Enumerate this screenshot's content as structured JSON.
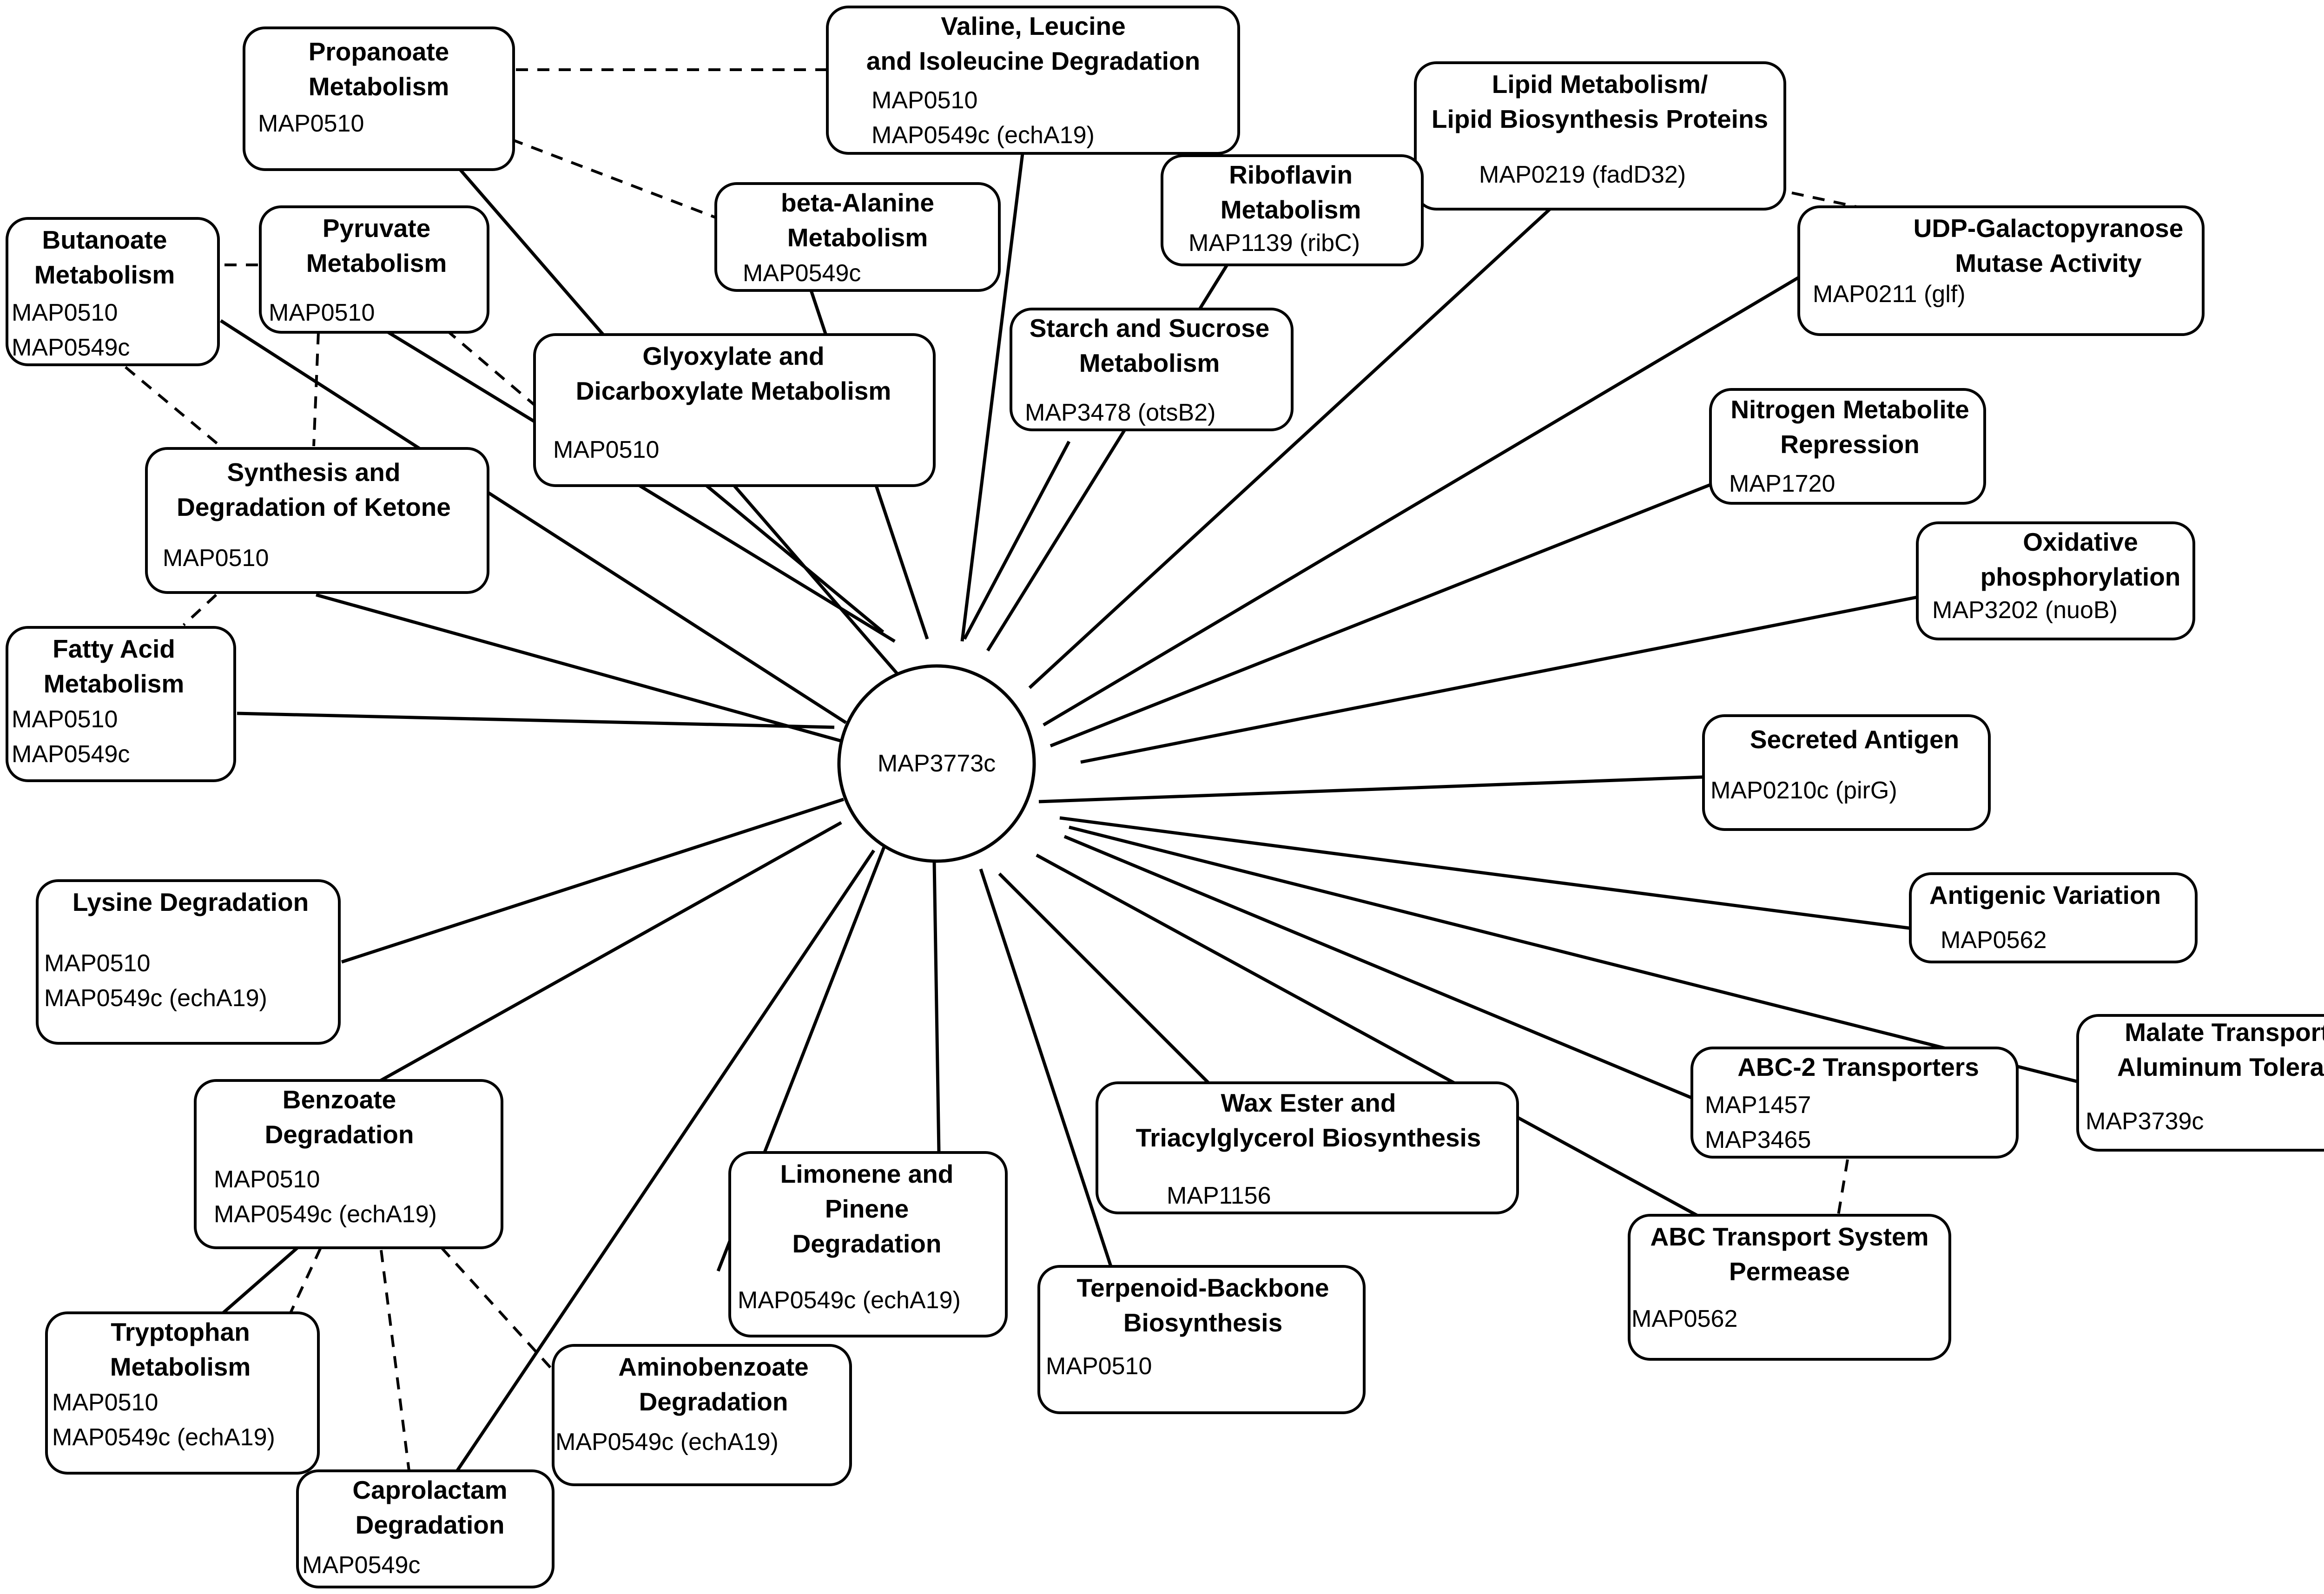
{
  "center": {
    "id": "center",
    "label": "MAP3773c"
  },
  "nodes": [
    {
      "id": "propanoate",
      "title": [
        "Propanoate",
        "Metabolism"
      ],
      "genes": [
        "MAP0510"
      ]
    },
    {
      "id": "valine",
      "title": [
        "Valine, Leucine",
        "and Isoleucine Degradation"
      ],
      "genes": [
        "MAP0510",
        "MAP0549c (echA19)"
      ]
    },
    {
      "id": "lipid",
      "title": [
        "Lipid Metabolism/",
        "Lipid Biosynthesis Proteins"
      ],
      "genes": [
        "MAP0219 (fadD32)"
      ]
    },
    {
      "id": "butanoate",
      "title": [
        "Butanoate",
        "Metabolism"
      ],
      "genes": [
        "MAP0510",
        "MAP0549c"
      ]
    },
    {
      "id": "pyruvate",
      "title": [
        "Pyruvate",
        "Metabolism"
      ],
      "genes": [
        "MAP0510"
      ]
    },
    {
      "id": "betaalanine",
      "title": [
        "beta-Alanine",
        "Metabolism"
      ],
      "genes": [
        "MAP0549c"
      ]
    },
    {
      "id": "riboflavin",
      "title": [
        "Riboflavin",
        "Metabolism"
      ],
      "genes": [
        "MAP1139 (ribC)"
      ]
    },
    {
      "id": "udp",
      "title": [
        "UDP-Galactopyranose",
        "Mutase Activity"
      ],
      "genes": [
        "MAP0211 (glf)"
      ]
    },
    {
      "id": "glyoxylate",
      "title": [
        "Glyoxylate and",
        "Dicarboxylate Metabolism"
      ],
      "genes": [
        "MAP0510"
      ]
    },
    {
      "id": "starch",
      "title": [
        "Starch and Sucrose",
        "Metabolism"
      ],
      "genes": [
        "MAP3478 (otsB2)"
      ]
    },
    {
      "id": "nitrogen",
      "title": [
        "Nitrogen Metabolite",
        "Repression"
      ],
      "genes": [
        "MAP1720"
      ]
    },
    {
      "id": "ketone",
      "title": [
        "Synthesis and",
        "Degradation of Ketone"
      ],
      "genes": [
        "MAP0510"
      ]
    },
    {
      "id": "oxidative",
      "title": [
        "Oxidative",
        "phosphorylation"
      ],
      "genes": [
        "MAP3202 (nuoB)"
      ]
    },
    {
      "id": "fattyacid",
      "title": [
        "Fatty Acid",
        "Metabolism"
      ],
      "genes": [
        "MAP0510",
        "MAP0549c"
      ]
    },
    {
      "id": "secreted",
      "title": [
        "Secreted Antigen"
      ],
      "genes": [
        "MAP0210c (pirG)"
      ]
    },
    {
      "id": "lysine",
      "title": [
        "Lysine Degradation"
      ],
      "genes": [
        "MAP0510",
        "MAP0549c (echA19)"
      ]
    },
    {
      "id": "antigenic",
      "title": [
        "Antigenic Variation"
      ],
      "genes": [
        "MAP0562"
      ]
    },
    {
      "id": "malate",
      "title": [
        "Malate Transporter/",
        "Aluminum Tolerance"
      ],
      "genes": [
        "MAP3739c"
      ]
    },
    {
      "id": "abc2",
      "title": [
        "ABC-2 Transporters"
      ],
      "genes": [
        "MAP1457",
        "MAP3465"
      ]
    },
    {
      "id": "benzoate",
      "title": [
        "Benzoate",
        "Degradation"
      ],
      "genes": [
        "MAP0510",
        "MAP0549c (echA19)"
      ]
    },
    {
      "id": "waxester",
      "title": [
        "Wax Ester and",
        "Triacylglycerol Biosynthesis"
      ],
      "genes": [
        "MAP1156"
      ]
    },
    {
      "id": "limonene",
      "title": [
        "Limonene and",
        "Pinene",
        "Degradation"
      ],
      "genes": [
        "MAP0549c (echA19)"
      ]
    },
    {
      "id": "abcpermease",
      "title": [
        "ABC Transport System",
        "Permease"
      ],
      "genes": [
        "MAP0562"
      ]
    },
    {
      "id": "tryptophan",
      "title": [
        "Tryptophan",
        "Metabolism"
      ],
      "genes": [
        "MAP0510",
        "MAP0549c (echA19)"
      ]
    },
    {
      "id": "terpenoid",
      "title": [
        "Terpenoid-Backbone",
        "Biosynthesis"
      ],
      "genes": [
        "MAP0510"
      ]
    },
    {
      "id": "aminobenzoate",
      "title": [
        "Aminobenzoate",
        "Degradation"
      ],
      "genes": [
        "MAP0549c (echA19)"
      ]
    },
    {
      "id": "caprolactam",
      "title": [
        "Caprolactam",
        "Degradation"
      ],
      "genes": [
        "MAP0549c"
      ]
    }
  ],
  "edges": [
    {
      "from": "center",
      "to": "propanoate",
      "style": "solid"
    },
    {
      "from": "center",
      "to": "valine",
      "style": "solid"
    },
    {
      "from": "center",
      "to": "lipid",
      "style": "solid"
    },
    {
      "from": "center",
      "to": "butanoate",
      "style": "solid"
    },
    {
      "from": "center",
      "to": "pyruvate",
      "style": "solid"
    },
    {
      "from": "center",
      "to": "betaalanine",
      "style": "solid"
    },
    {
      "from": "center",
      "to": "riboflavin",
      "style": "solid"
    },
    {
      "from": "center",
      "to": "udp",
      "style": "solid"
    },
    {
      "from": "center",
      "to": "glyoxylate",
      "style": "solid"
    },
    {
      "from": "center",
      "to": "starch",
      "style": "solid"
    },
    {
      "from": "center",
      "to": "nitrogen",
      "style": "solid"
    },
    {
      "from": "center",
      "to": "ketone",
      "style": "solid"
    },
    {
      "from": "center",
      "to": "oxidative",
      "style": "solid"
    },
    {
      "from": "center",
      "to": "fattyacid",
      "style": "solid"
    },
    {
      "from": "center",
      "to": "secreted",
      "style": "solid"
    },
    {
      "from": "center",
      "to": "lysine",
      "style": "solid"
    },
    {
      "from": "center",
      "to": "antigenic",
      "style": "solid"
    },
    {
      "from": "center",
      "to": "malate",
      "style": "solid"
    },
    {
      "from": "center",
      "to": "abc2",
      "style": "solid"
    },
    {
      "from": "center",
      "to": "benzoate",
      "style": "solid"
    },
    {
      "from": "center",
      "to": "waxester",
      "style": "solid"
    },
    {
      "from": "center",
      "to": "limonene",
      "style": "solid"
    },
    {
      "from": "center",
      "to": "abcpermease",
      "style": "solid"
    },
    {
      "from": "center",
      "to": "terpenoid",
      "style": "solid"
    },
    {
      "from": "center",
      "to": "aminobenzoate",
      "style": "solid"
    },
    {
      "from": "center",
      "to": "caprolactam",
      "style": "solid"
    },
    {
      "from": "propanoate",
      "to": "valine",
      "style": "dashed"
    },
    {
      "from": "propanoate",
      "to": "betaalanine",
      "style": "dashed"
    },
    {
      "from": "pyruvate",
      "to": "butanoate",
      "style": "dashed"
    },
    {
      "from": "pyruvate",
      "to": "glyoxylate",
      "style": "dashed"
    },
    {
      "from": "pyruvate",
      "to": "ketone",
      "style": "dashed"
    },
    {
      "from": "butanoate",
      "to": "ketone",
      "style": "dashed"
    },
    {
      "from": "ketone",
      "to": "fattyacid",
      "style": "dashed"
    },
    {
      "from": "lipid",
      "to": "udp",
      "style": "dashed"
    },
    {
      "from": "abc2",
      "to": "abcpermease",
      "style": "dashed"
    },
    {
      "from": "benzoate",
      "to": "tryptophan",
      "style": "solid"
    },
    {
      "from": "benzoate",
      "to": "tryptophan",
      "style": "dashed"
    },
    {
      "from": "benzoate",
      "to": "caprolactam",
      "style": "dashed"
    },
    {
      "from": "benzoate",
      "to": "aminobenzoate",
      "style": "dashed"
    }
  ]
}
